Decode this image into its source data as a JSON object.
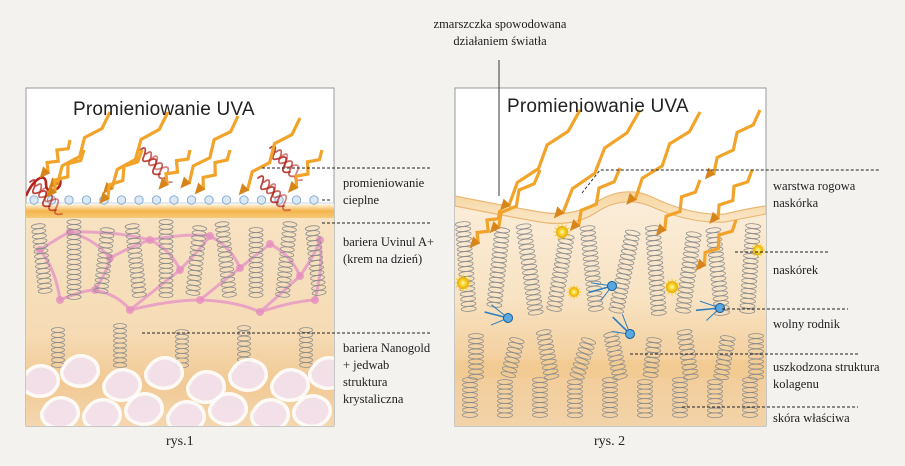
{
  "figure_1": {
    "title": "Promieniowanie UVA",
    "caption": "rys.1",
    "labels": {
      "thermal": "promieniowanie\ncieplne",
      "uvinul": "bariera Uvinul A+\n(krem na dzień)",
      "nanogold": "bariera Nanogold\n+ jedwab\nstruktura\nkrystaliczna"
    }
  },
  "figure_2": {
    "title": "Promieniowanie UVA",
    "caption": "rys. 2",
    "labels": {
      "wrinkle": "zmarszczka spowodowana\ndziałaniem światła",
      "stratum_corneum": "warstwa rogowa\nnaskórka",
      "epidermis": "naskórek",
      "free_radical": "wolny rodnik",
      "collagen_damage": "uszkodzona struktura\nkolagenu",
      "dermis": "skóra właściwa"
    }
  },
  "colors": {
    "beam": "#f2a32a",
    "beam_dark": "#d7841a",
    "heat_red": "#b3241c",
    "barrier_orange": "#f0b24a",
    "pink_net": "#e69ac4",
    "skin_light": "#fbeed9",
    "skin_mid": "#f2d6a6",
    "coil": "#8c8c8c",
    "radical_blue": "#2d7fc1",
    "radical_yellow": "#f6d21e"
  }
}
